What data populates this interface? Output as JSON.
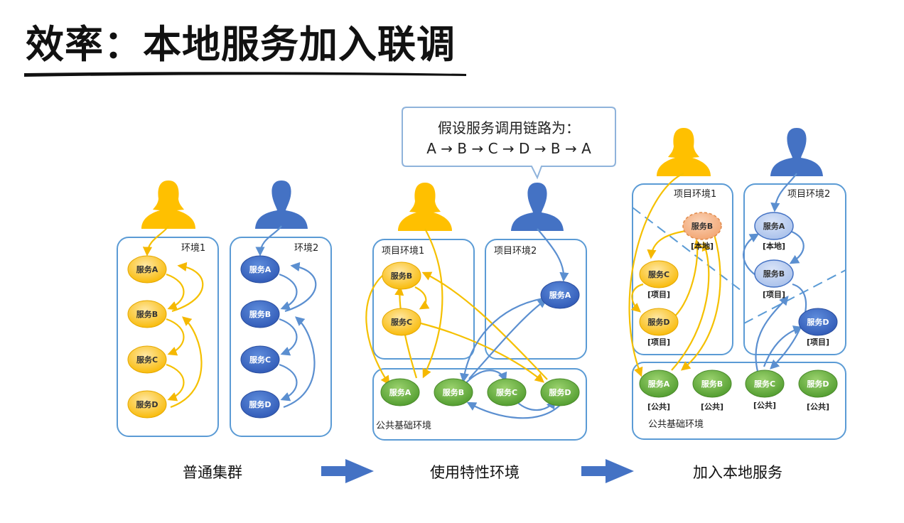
{
  "title": "效率：本地服务加入联调",
  "callout": {
    "line1": "假设服务调用链路为：",
    "line2": "A → B → C → D → B → A"
  },
  "colors": {
    "yellow": "#FFC000",
    "blue": "#4472C4",
    "green": "#70AD47",
    "border": "#5B9BD5"
  },
  "icons": [
    "person-icon",
    "arrow-right-icon"
  ],
  "stages": {
    "normal": {
      "label": "普通集群",
      "env1": {
        "label": "环境1",
        "services": [
          "服务A",
          "服务B",
          "服务C",
          "服务D"
        ]
      },
      "env2": {
        "label": "环境2",
        "services": [
          "服务A",
          "服务B",
          "服务C",
          "服务D"
        ]
      }
    },
    "feature": {
      "label": "使用特性环境",
      "proj1": {
        "label": "项目环境1",
        "services": [
          "服务B",
          "服务C"
        ]
      },
      "proj2": {
        "label": "项目环境2",
        "services": [
          "服务A"
        ]
      },
      "base": {
        "label": "公共基础环境",
        "services": [
          "服务A",
          "服务B",
          "服务C",
          "服务D"
        ]
      }
    },
    "local": {
      "label": "加入本地服务",
      "proj1": {
        "label": "项目环境1",
        "services": [
          {
            "name": "服务B",
            "tag": "[本地]"
          },
          {
            "name": "服务C",
            "tag": "[项目]"
          },
          {
            "name": "服务D",
            "tag": "[项目]"
          }
        ]
      },
      "proj2": {
        "label": "项目环境2",
        "services": [
          {
            "name": "服务A",
            "tag": "[本地]"
          },
          {
            "name": "服务B",
            "tag": "[项目]"
          },
          {
            "name": "服务D",
            "tag": "[项目]"
          }
        ]
      },
      "base": {
        "label": "公共基础环境",
        "services": [
          {
            "name": "服务A",
            "tag": "[公共]"
          },
          {
            "name": "服务B",
            "tag": "[公共]"
          },
          {
            "name": "服务C",
            "tag": "[公共]"
          },
          {
            "name": "服务D",
            "tag": "[公共]"
          }
        ]
      }
    }
  }
}
